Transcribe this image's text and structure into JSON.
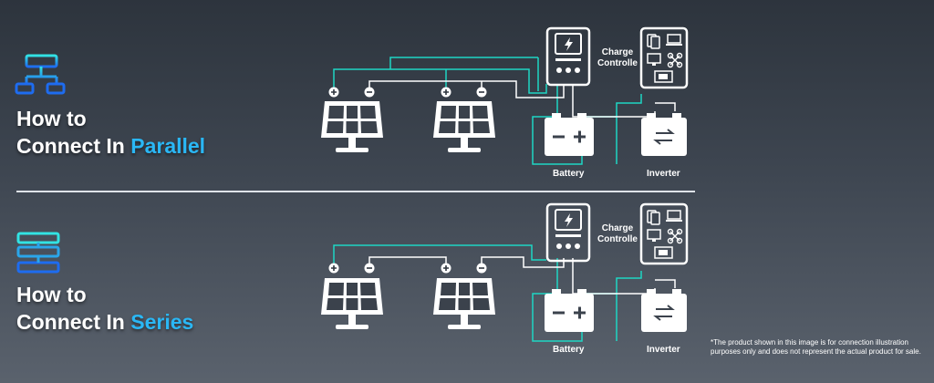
{
  "colors": {
    "accent": "#2ab7f5",
    "wire_teal": "#1ed6c4",
    "wire_white": "#ffffff"
  },
  "parallel": {
    "title_line1": "How to",
    "title_prefix": "Connect In ",
    "title_highlight": "Parallel",
    "controller_label": "Charge\nControlle",
    "battery_label": "Battery",
    "inverter_label": "Inverter",
    "plus": "+",
    "minus": "−"
  },
  "series": {
    "title_line1": "How to",
    "title_prefix": "Connect In ",
    "title_highlight": "Series",
    "controller_label": "Charge\nControlle",
    "battery_label": "Battery",
    "inverter_label": "Inverter"
  },
  "icons": [
    "parallel-diagram-icon",
    "series-diagram-icon",
    "solar-panel-icon",
    "charge-controller-icon",
    "battery-icon",
    "inverter-icon",
    "appliances-icon"
  ],
  "disclaimer": "*The product shown in this image is for connection illustration purposes only and does not represent the actual product for sale."
}
